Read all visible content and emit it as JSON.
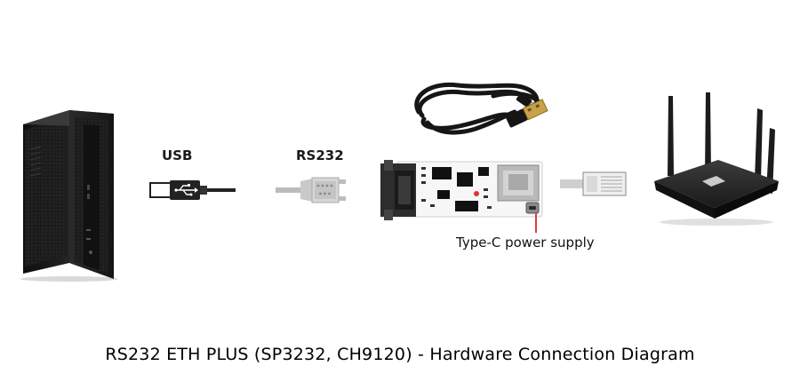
{
  "labels": {
    "usb": "USB",
    "rs232": "RS232",
    "power": "Type-C power supply"
  },
  "caption": "RS232 ETH PLUS (SP3232, CH9120) - Hardware Connection Diagram"
}
